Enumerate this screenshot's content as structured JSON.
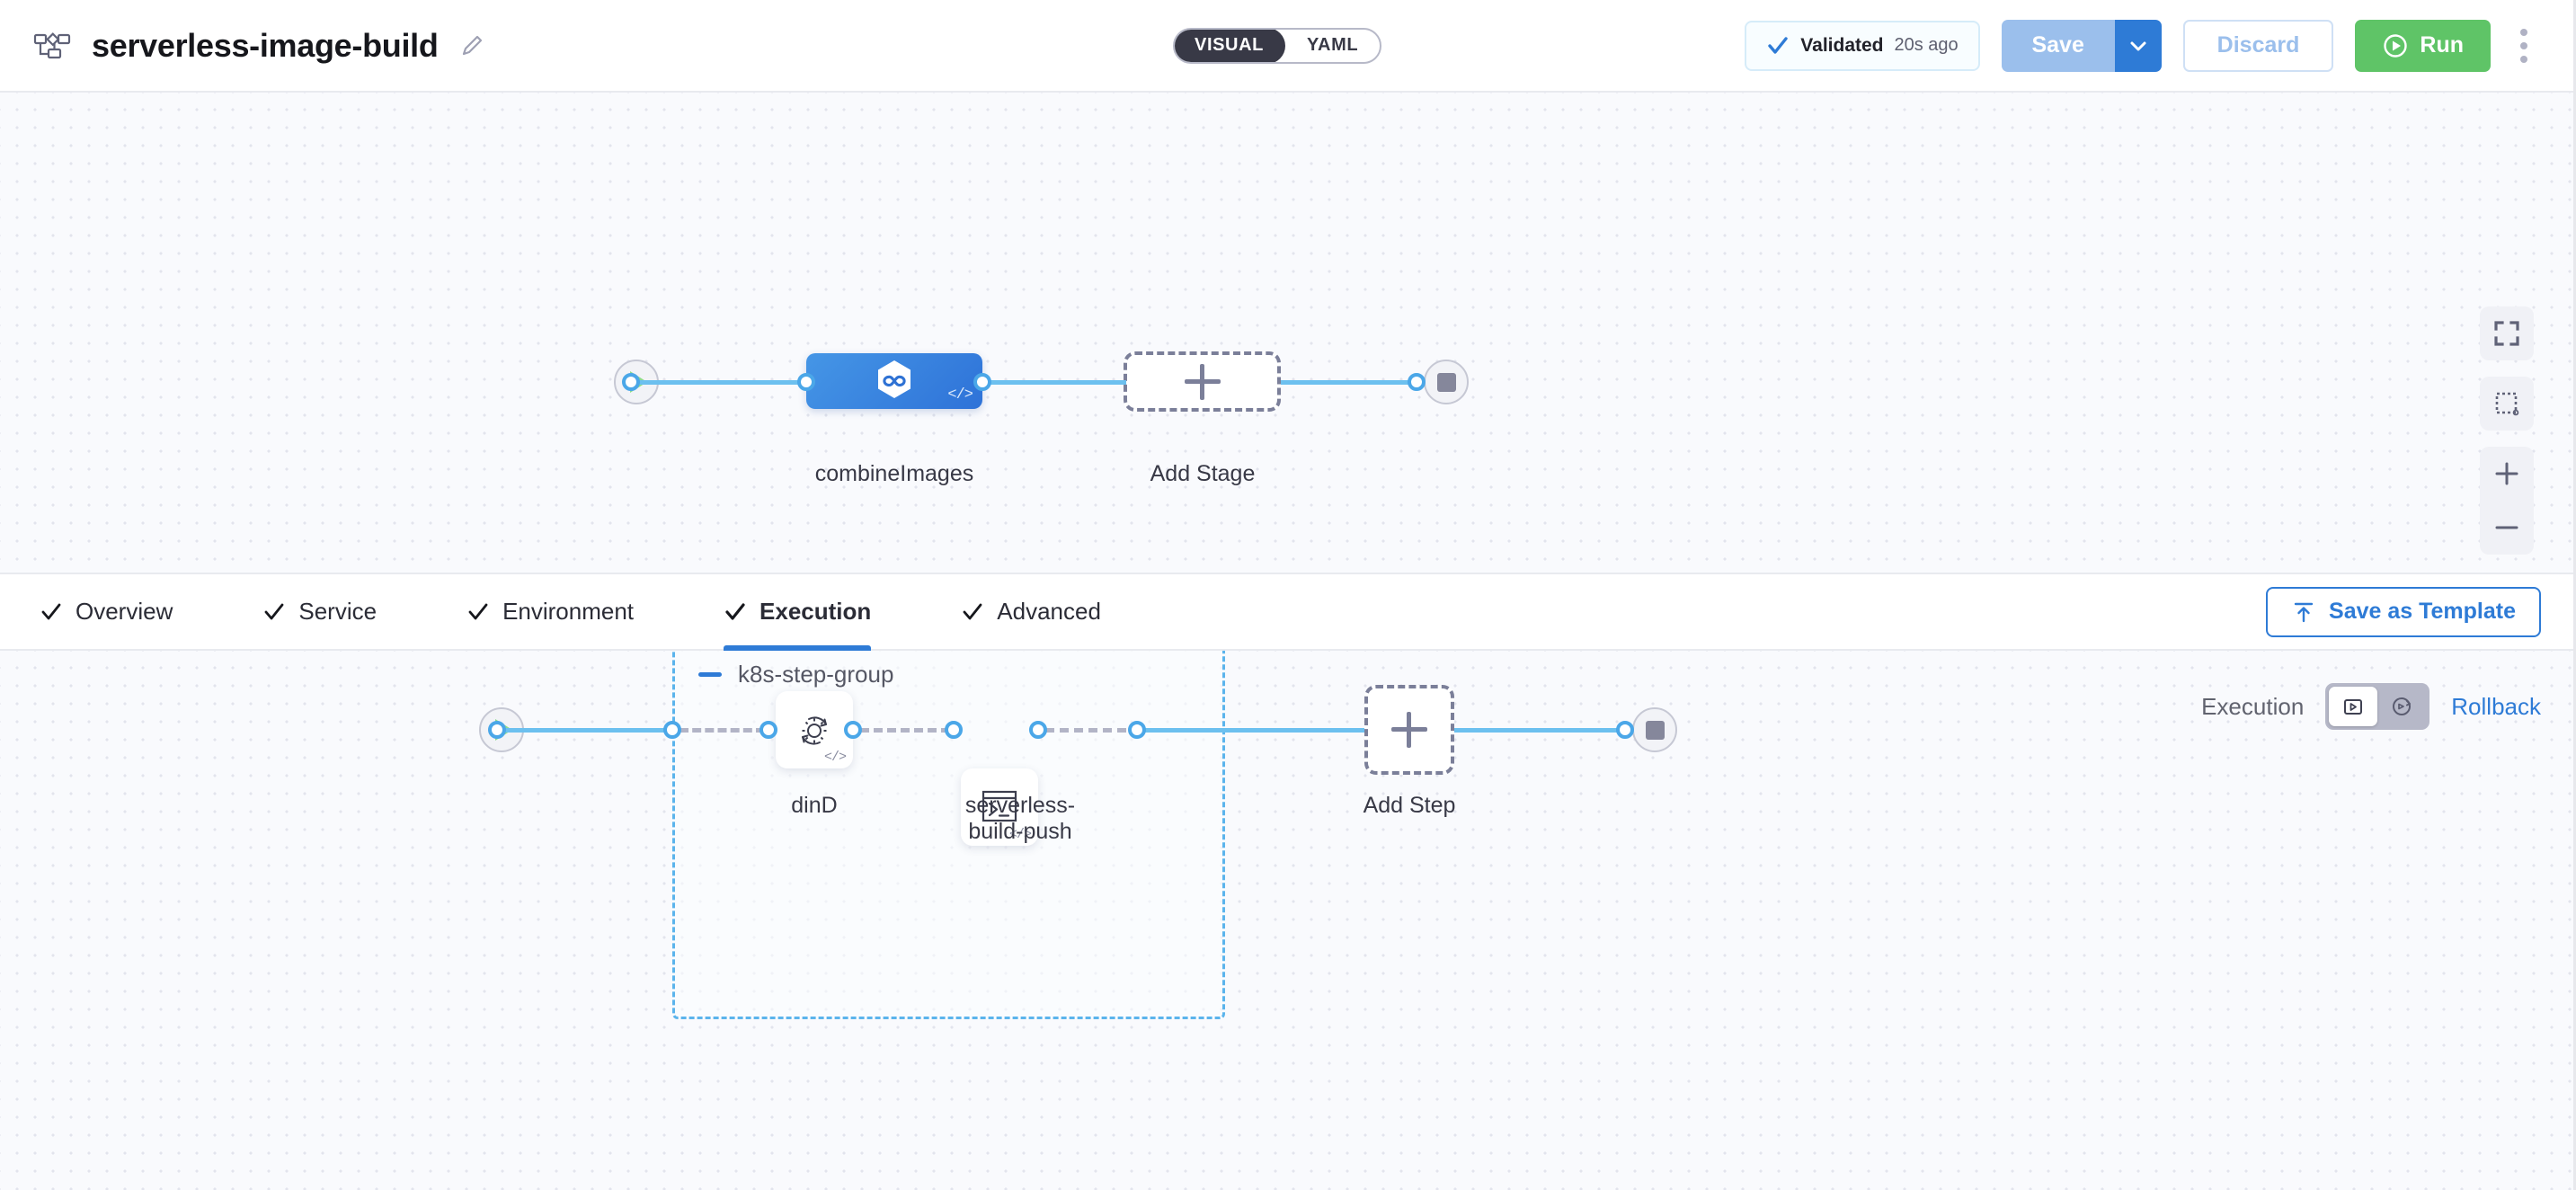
{
  "header": {
    "pipeline_icon": "pipeline-nodes-icon",
    "title": "serverless-image-build",
    "edit_icon": "pencil-edit-icon",
    "mode_toggle": {
      "visual": "VISUAL",
      "yaml": "YAML",
      "selected": "VISUAL"
    },
    "validated": {
      "check_icon": "check-icon",
      "label": "Validated",
      "time": "20s ago"
    },
    "save": {
      "label": "Save",
      "caret_icon": "chevron-down-icon"
    },
    "discard": {
      "label": "Discard"
    },
    "run": {
      "label": "Run",
      "icon": "play-circle-icon"
    },
    "kebab_icon": "more-vertical-icon",
    "colors": {
      "save_disabled": "#9bbfec",
      "save_caret": "#2e7bd6",
      "run_green": "#5fc467",
      "accent_blue": "#2e7bd6",
      "toggle_dark": "#383946"
    }
  },
  "stage_canvas": {
    "start_node": {
      "name": "pipeline-start",
      "icon": "play-triangle-icon"
    },
    "stages": [
      {
        "name": "combineImages",
        "label": "combineImages",
        "icon": "harness-build-hexagon-icon",
        "code_badge": "</>",
        "selected": true
      }
    ],
    "add_stage": {
      "label": "Add Stage",
      "icon": "plus-icon"
    },
    "end_node": {
      "name": "pipeline-end",
      "icon": "stop-square-icon"
    },
    "controls": [
      {
        "name": "fit-to-screen-button",
        "icon": "fit-screen-icon"
      },
      {
        "name": "selection-box-button",
        "icon": "dashed-square-icon"
      },
      {
        "name": "zoom-in-button",
        "icon": "plus-icon"
      },
      {
        "name": "zoom-out-button",
        "icon": "minus-icon"
      }
    ]
  },
  "tabbar": {
    "tabs": [
      {
        "label": "Overview",
        "checked": true,
        "active": false
      },
      {
        "label": "Service",
        "checked": true,
        "active": false
      },
      {
        "label": "Environment",
        "checked": true,
        "active": false
      },
      {
        "label": "Execution",
        "checked": true,
        "active": true
      },
      {
        "label": "Advanced",
        "checked": true,
        "active": false
      }
    ],
    "save_as_template": {
      "label": "Save as Template",
      "icon": "template-upload-icon"
    }
  },
  "execution_canvas": {
    "mode_row": {
      "execution_label": "Execution",
      "rollback_label": "Rollback",
      "toggle_left_icon": "execution-play-box-icon",
      "toggle_right_icon": "rollback-clock-icon",
      "selected": "Execution"
    },
    "start_node": {
      "name": "execution-start",
      "icon": "play-triangle-icon"
    },
    "step_group": {
      "title": "k8s-step-group",
      "collapse_icon": "minus-collapse-icon",
      "steps": [
        {
          "label": "dinD",
          "icon": "gear-rotate-icon",
          "code_badge": "</>"
        },
        {
          "label": "serverless-\nbuild-push",
          "icon": "terminal-icon",
          "code_badge": "</>"
        }
      ]
    },
    "add_step": {
      "label": "Add Step",
      "icon": "plus-icon"
    },
    "end_node": {
      "name": "execution-end",
      "icon": "stop-square-icon"
    }
  }
}
